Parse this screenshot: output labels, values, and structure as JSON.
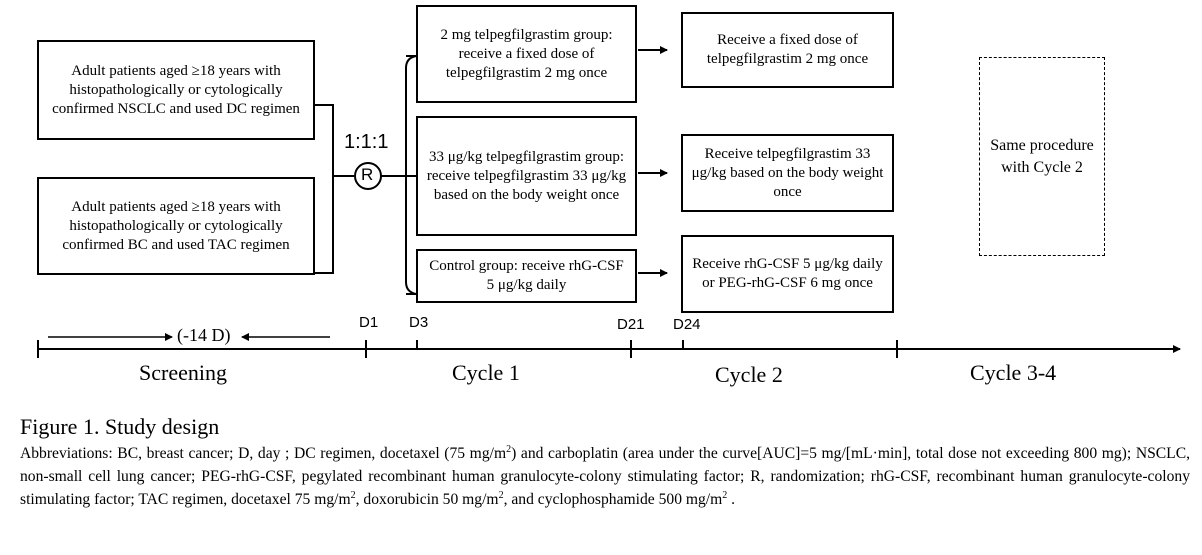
{
  "eligibility": {
    "nsclc": "Adult patients aged ≥18 years with histopathologically or cytologically confirmed NSCLC and used DC regimen",
    "bc": "Adult patients aged ≥18 years with histopathologically or cytologically confirmed BC and used TAC regimen"
  },
  "randomization": {
    "ratio": "1:1:1",
    "symbol": "R"
  },
  "arms": [
    {
      "group": "2 mg telpegfilgrastim group: receive a fixed dose of telpegfilgrastim 2 mg once",
      "cycle2": "Receive a fixed dose of telpegfilgrastim 2 mg once"
    },
    {
      "group": "33 μg/kg telpegfilgrastim group: receive telpegfilgrastim 33 μg/kg based on the body weight once",
      "cycle2": "Receive telpegfilgrastim 33 μg/kg based on the body weight once"
    },
    {
      "group": "Control group: receive rhG-CSF 5 μg/kg daily",
      "cycle2": "Receive rhG-CSF 5 μg/kg daily or PEG-rhG-CSF 6 mg once"
    }
  ],
  "later_cycles": "Same procedure with Cycle 2",
  "timeline": {
    "screening_window": "(-14 D)",
    "days": [
      "D1",
      "D3",
      "D21",
      "D24"
    ],
    "phases": [
      "Screening",
      "Cycle 1",
      "Cycle 2",
      "Cycle 3-4"
    ]
  },
  "caption": {
    "title": "Figure 1. Study design",
    "abbrev_p1": "Abbreviations: BC, breast cancer; D, day ; DC regimen, docetaxel (75 mg/m",
    "sup2": "2",
    "abbrev_p2": ") and carboplatin (area under the curve[AUC]=5 mg/[mL·min], total dose not exceeding 800 mg); NSCLC, non-small cell lung cancer; PEG-rhG-CSF, pegylated recombinant human granulocyte-colony stimulating factor; R, randomization; rhG-CSF, recombinant human granulocyte-colony stimulating factor; TAC regimen, docetaxel 75 mg/m",
    "abbrev_p3": ", doxorubicin 50 mg/m",
    "abbrev_p4": ", and cyclophosphamide 500 mg/m",
    "abbrev_p5": " ."
  }
}
